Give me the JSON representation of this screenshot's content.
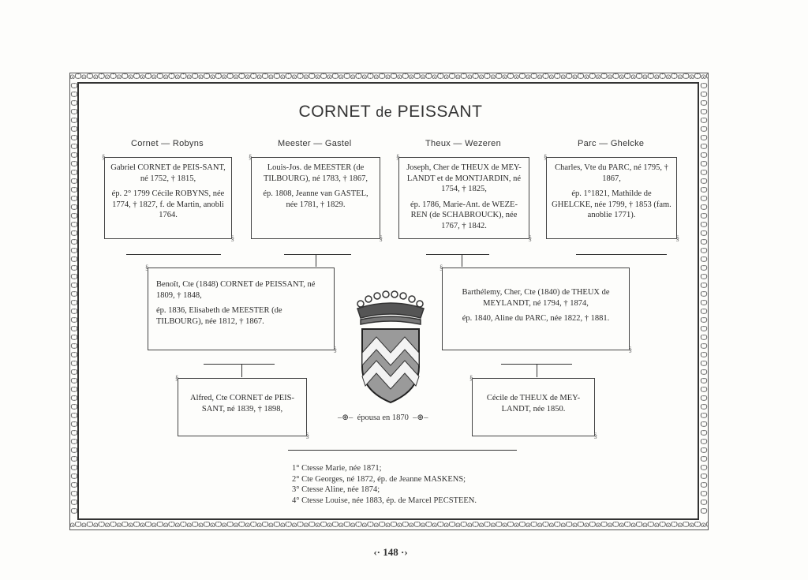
{
  "title": {
    "main": "CORNET",
    "de": "de",
    "name": "PEISSANT"
  },
  "headers": [
    "Cornet — Robyns",
    "Meester — Gastel",
    "Theux — Wezeren",
    "Parc — Ghelcke"
  ],
  "grandparents": [
    {
      "line1": "Gabriel CORNET de PEIS-SANT, né 1752, † 1815,",
      "line2": "ép. 2° 1799 Cécile ROBYNS, née 1774, † 1827, f. de Martin, anobli 1764."
    },
    {
      "line1": "Louis-Jos. de MEESTER (de TILBOURG), né 1783, † 1867,",
      "line2": "ép. 1808, Jeanne van GASTEL, née 1781, † 1829."
    },
    {
      "line1": "Joseph, Cher de THEUX de MEY-LANDT et de MONTJARDIN, né 1754, † 1825,",
      "line2": "ép. 1786, Marie-Ant. de WEZE-REN (de SCHABROUCK), née 1767, † 1842."
    },
    {
      "line1": "Charles, Vte du PARC, né 1795, † 1867,",
      "line2": "ép. 1°1821, Mathilde de GHELCKE, née 1799, † 1853 (fam. anoblie 1771)."
    }
  ],
  "parents": [
    {
      "line1": "Benoît, Cte (1848) CORNET de PEISSANT, né 1809, † 1848,",
      "line2": "ép. 1836, Elisabeth de MEESTER (de TILBOURG), née 1812, † 1867."
    },
    {
      "line1": "Barthélemy, Cher, Cte (1840) de THEUX de MEYLANDT, né 1794, † 1874,",
      "line2": "ép. 1840, Aline du PARC, née 1822, † 1881."
    }
  ],
  "couple": [
    {
      "line1": "Alfred, Cte CORNET de PEIS-SANT, né 1839, † 1898,"
    },
    {
      "line1": "Cécile de THEUX de MEY-LANDT, née 1850."
    }
  ],
  "married": "épousa en 1870",
  "children": [
    "1° Ctesse Marie, née 1871;",
    "2° Cte Georges, né 1872, ép. de Jeanne MASKENS;",
    "3° Ctesse Aline, née 1874;",
    "4° Ctesse Louise, née 1883, ép. de Marcel PECSTEEN."
  ],
  "page_number": "148",
  "colors": {
    "ink": "#333333",
    "paper": "#fdfdfb"
  }
}
